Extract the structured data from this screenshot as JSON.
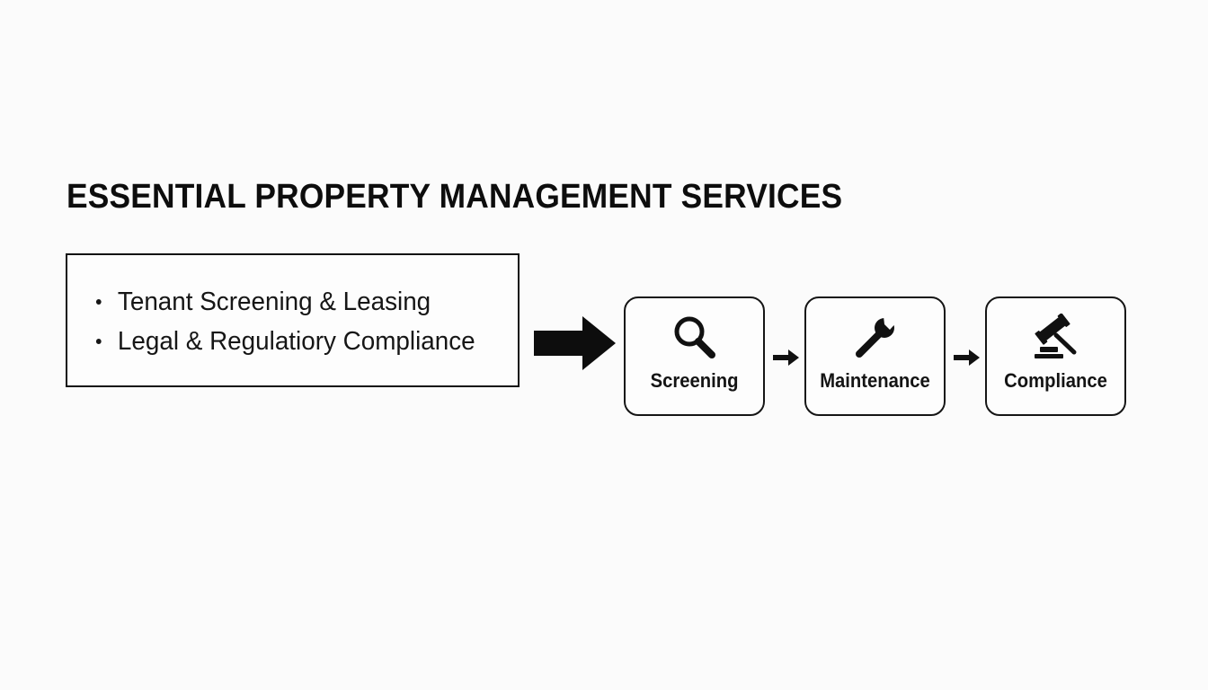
{
  "title": "ESSENTIAL PROPERTY MANAGEMENT SERVICES",
  "services": [
    "Tenant Screening & Leasing",
    "Legal & Regulatiory Compliance"
  ],
  "steps": [
    {
      "label": "Screening",
      "icon": "magnifier-icon"
    },
    {
      "label": "Maintenance",
      "icon": "wrench-icon"
    },
    {
      "label": "Compliance",
      "icon": "gavel-icon"
    }
  ],
  "colors": {
    "background": "#fbfbfb",
    "ink": "#111111"
  }
}
